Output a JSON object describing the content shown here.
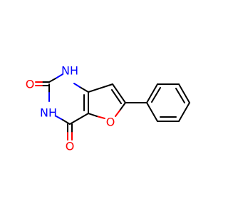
{
  "molecule": {
    "colors": {
      "carbon": "#000000",
      "oxygen": "#ff0000",
      "nitrogen": "#0000ff",
      "background": "#ffffff"
    },
    "atom_labels": {
      "nh_top": "NH",
      "nh_left": "NH",
      "o_top": "O",
      "o_bottom": "O",
      "o_ring": "O"
    }
  }
}
